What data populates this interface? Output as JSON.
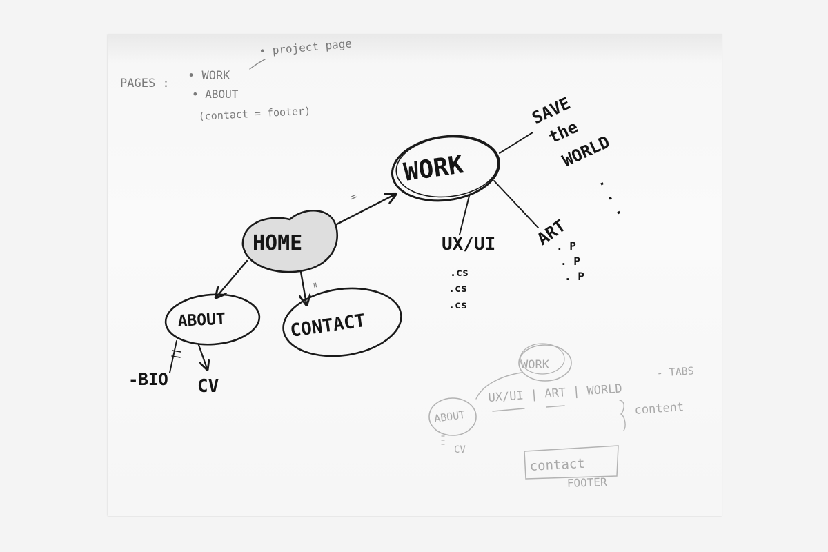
{
  "notes": {
    "pages_label": "PAGES :",
    "items": [
      "• WORK",
      "• ABOUT"
    ],
    "project_page": "• project page",
    "contact_note": "(contact = footer)"
  },
  "nodes": {
    "home": "HOME",
    "work": "WORK",
    "about": "ABOUT",
    "contact": "CONTACT"
  },
  "work_branches": {
    "save_line1": "SAVE",
    "save_line2": "the",
    "save_line3": "WORLD",
    "save_dots": ". . .",
    "uxui": "UX/UI",
    "cs_items": [
      ".cs",
      ".cs",
      ".cs"
    ],
    "art": "ART",
    "art_items": [
      ". P",
      ". P",
      ". P"
    ]
  },
  "about_branches": {
    "bio": "-BIO",
    "cv": "CV"
  },
  "equals_marks": [
    "=",
    "="
  ],
  "wireframe": {
    "work": "WORK",
    "about": "ABOUT",
    "tabs_line": "UX/UI | ART | WORLD",
    "tabs_note": "- TABS",
    "content": "content",
    "about_cv": "CV",
    "contact_box": "contact",
    "footer": "FOOTER"
  }
}
